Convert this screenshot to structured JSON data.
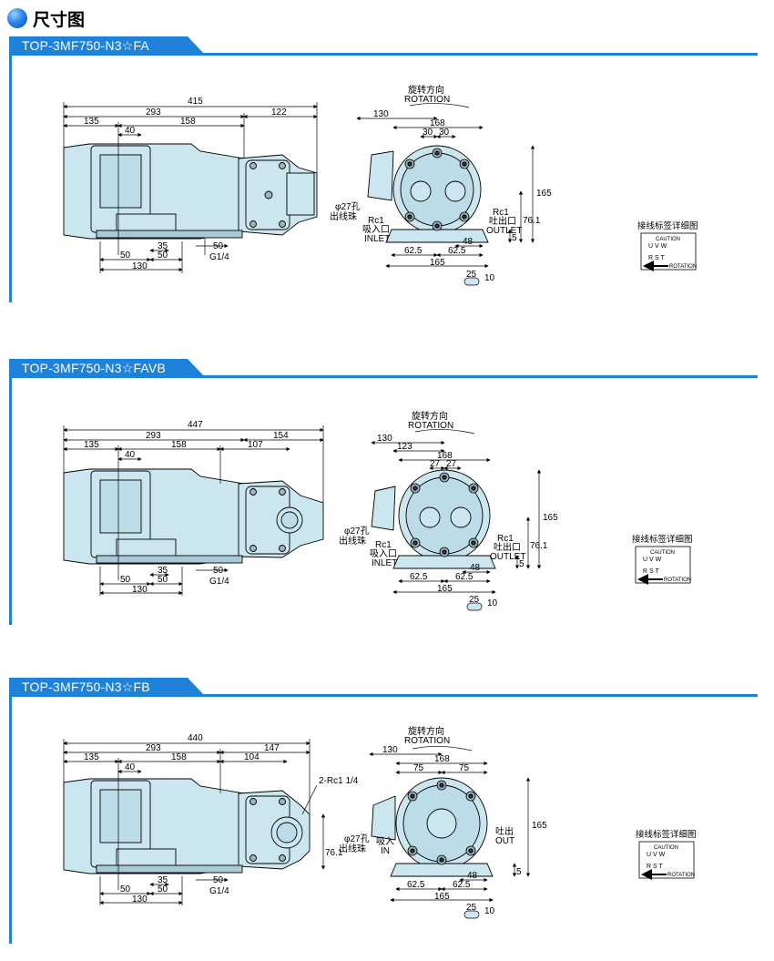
{
  "header": {
    "title": "尺寸图"
  },
  "colors": {
    "accent": "#1e82db",
    "pump_fill": "#cce6ef",
    "line": "#000000"
  },
  "sections": [
    {
      "title": "TOP-3MF750-N3☆FA",
      "side": {
        "overall": "415",
        "d293": "293",
        "d135": "135",
        "d158": "158",
        "d_right": "122",
        "d40": "40",
        "d35": "35",
        "d50a": "50",
        "d50b": "50",
        "d50c": "50",
        "d130": "130",
        "g": "G1/4"
      },
      "front": {
        "rot_cn": "旋转方向",
        "rot_en": "ROTATION",
        "d130": "130",
        "d168": "168",
        "d30a": "30",
        "d30b": "30",
        "d165v": "165",
        "d76": "76.1",
        "d5": "5",
        "hole": "φ27孔",
        "cable": "出线珠",
        "rc_in": "Rc1",
        "inlet_cn": "吸入口",
        "inlet_en": "INLET",
        "rc_out": "Rc1",
        "outlet_cn": "吐出口",
        "outlet_en": "OUTLET",
        "d48": "48",
        "d625a": "62.5",
        "d625b": "62.5",
        "d165h": "165",
        "d25": "25",
        "d10": "10"
      },
      "wiring": {
        "title": "接线标签详细图",
        "caution": "CAUTION",
        "uvw": "U V W",
        "rst": "R S T",
        "rot": "ROTATION"
      }
    },
    {
      "title": "TOP-3MF750-N3☆FAVB",
      "side": {
        "overall": "447",
        "d293": "293",
        "d135": "135",
        "d158": "158",
        "d_right": "154",
        "d_right2": "107",
        "d40": "40",
        "d35": "35",
        "d50a": "50",
        "d50b": "50",
        "d50c": "50",
        "d130": "130",
        "g": "G1/4"
      },
      "front": {
        "rot_cn": "旋转方向",
        "rot_en": "ROTATION",
        "d130": "130",
        "d123": "123",
        "d168": "168",
        "d27a": "27",
        "d27b": "27",
        "d165v": "165",
        "d76": "76.1",
        "d5": "5",
        "hole": "φ27孔",
        "cable": "出线珠",
        "rc_in": "Rc1",
        "inlet_cn": "吸入口",
        "inlet_en": "INLET",
        "rc_out": "Rc1",
        "outlet_cn": "吐出口",
        "outlet_en": "OUTLET",
        "d48": "48",
        "d625a": "62.5",
        "d625b": "62.5",
        "d165h": "165",
        "d25": "25",
        "d10": "10"
      },
      "wiring": {
        "title": "接线标签详细图",
        "caution": "CAUTION",
        "uvw": "U V W",
        "rst": "R S T",
        "rot": "ROTATION"
      }
    },
    {
      "title": "TOP-3MF750-N3☆FB",
      "side": {
        "overall": "440",
        "d293": "293",
        "d135": "135",
        "d158": "158",
        "d_right": "147",
        "d_right2": "104",
        "d40": "40",
        "d35": "35",
        "d50a": "50",
        "d50b": "50",
        "d50c": "50",
        "d130": "130",
        "g": "G1/4",
        "rc": "2-Rc1 1/4",
        "d76": "76.1"
      },
      "front": {
        "rot_cn": "旋转方向",
        "rot_en": "ROTATION",
        "d130": "130",
        "d168": "168",
        "d75a": "75",
        "d75b": "75",
        "d165v": "165",
        "d5": "5",
        "hole": "φ27孔",
        "cable": "出线珠",
        "inlet_cn": "吸入",
        "inlet_en": "IN",
        "outlet_cn": "吐出",
        "outlet_en": "OUT",
        "d48": "48",
        "d625a": "62.5",
        "d625b": "62.5",
        "d165h": "165",
        "d25": "25",
        "d10": "10"
      },
      "wiring": {
        "title": "接线标签详细图",
        "caution": "CAUTION",
        "uvw": "U V W",
        "rst": "R S T",
        "rot": "ROTATION"
      }
    }
  ]
}
